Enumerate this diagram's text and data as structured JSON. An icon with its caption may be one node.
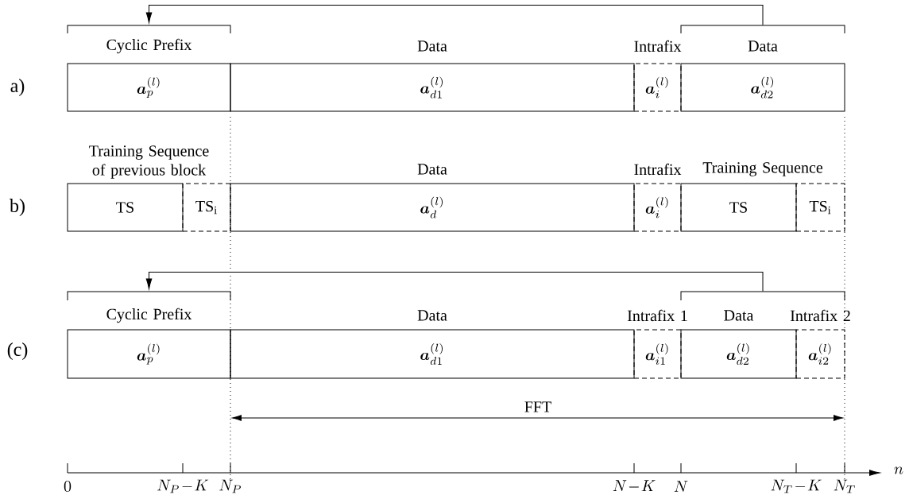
{
  "diagram": {
    "nodes": [
      {
        "text": [
          "Cyclic Prefix",
          "\\boldsymbol{a}_{p}^{(l)}"
        ]
      },
      {
        "text": [
          "Data",
          "\\boldsymbol{a}_{d1}^{(l)}"
        ]
      },
      {
        "text": [
          "Intrafix",
          "\\boldsymbol{a}_{i}^{(l)}"
        ]
      },
      {
        "text": [
          "Data",
          "\\boldsymbol{a}_{d2}^{(l)}"
        ]
      },
      {
        "text": [
          "Training Sequence of previous block"
        ]
      },
      {
        "text": [
          "TS"
        ]
      },
      {
        "text": [
          "TS$_{i}$"
        ]
      },
      {
        "text": [
          "Data",
          "\\boldsymbol{a}_{d}^{(l)}"
        ]
      },
      {
        "text": [
          "Intrafix",
          "\\boldsymbol{a}_{i}^{(l)}"
        ]
      },
      {
        "text": [
          "Training Sequence"
        ]
      },
      {
        "text": [
          "TS"
        ]
      },
      {
        "text": [
          "TS$_{i}$"
        ]
      },
      {
        "text": [
          "Cyclic Prefix",
          "\\boldsymbol{a}_{p}^{(l)}"
        ]
      },
      {
        "text": [
          "Data",
          "\\boldsymbol{a}_{d1}^{(l)}"
        ]
      },
      {
        "text": [
          "Intrafix 1",
          "\\boldsymbol{a}_{i1}^{(l)}"
        ]
      },
      {
        "text": [
          "Data",
          "\\boldsymbol{a}_{d2}^{(l)}"
        ]
      },
      {
        "text": [
          "Intrafix 2",
          "\\boldsymbol{a}_{i2}^{(l)}"
        ]
      }
    ],
    "edges": [
      {
        "from": 3,
        "to": 0,
        "arrow": "to"
      },
      {
        "from": 15,
        "to": 12,
        "arrow": "to"
      }
    ],
    "labels": [
      "a)",
      "b)",
      "(c)",
      "FFT",
      "0",
      "N_P\\!-\\!K",
      "N_P",
      "N\\!-\\!K",
      "N",
      "N_T\\!-\\!K",
      "N_T",
      "n"
    ]
  }
}
